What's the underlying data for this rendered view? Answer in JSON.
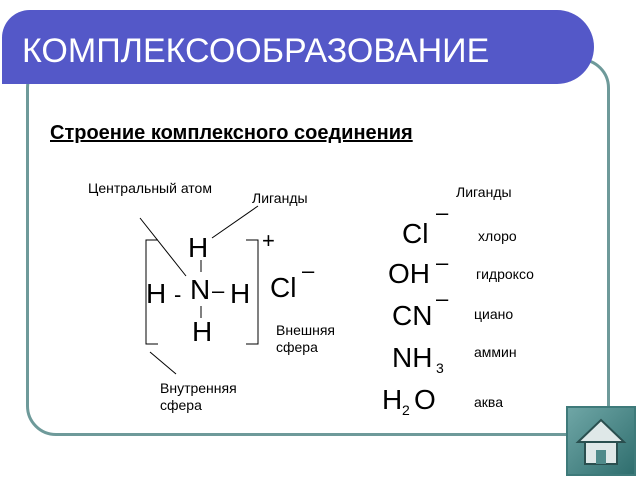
{
  "slide": {
    "title": "КОМПЛЕКСООБРАЗОВАНИЕ",
    "subtitle": "Строение комплексного соединения"
  },
  "labels": {
    "central_atom": "Центральный атом",
    "ligands_left": "Лиганды",
    "ligands_right": "Лиганды",
    "outer_sphere": "Внешняя сфера",
    "inner_sphere": "Внутренняя сфера"
  },
  "complex": {
    "h_top": "H",
    "h_left": "H",
    "center": "N",
    "h_right": "H",
    "h_bottom": "H",
    "charge": "+",
    "dash_left": "-",
    "dash_right": "–",
    "counter_ion": "Cl",
    "counter_charge": "–"
  },
  "ligands": [
    {
      "formula_main": "Cl",
      "formula_sub": "",
      "formula_tail": "",
      "charge": "–",
      "name": "хлоро"
    },
    {
      "formula_main": "OH",
      "formula_sub": "",
      "formula_tail": "",
      "charge": "–",
      "name": "гидроксо"
    },
    {
      "formula_main": "CN",
      "formula_sub": "",
      "formula_tail": "",
      "charge": "–",
      "name": "циано"
    },
    {
      "formula_main": "NH",
      "formula_sub": "3",
      "formula_tail": "",
      "charge": "",
      "name": "аммин"
    },
    {
      "formula_main": "H",
      "formula_sub": "2",
      "formula_tail": "O",
      "charge": "",
      "name": "аква"
    }
  ],
  "colors": {
    "title_bar": "#5458c8",
    "frame_border": "#6e9a9a",
    "home_button": "#4f8a8a"
  },
  "icons": {
    "home": "home-icon"
  }
}
